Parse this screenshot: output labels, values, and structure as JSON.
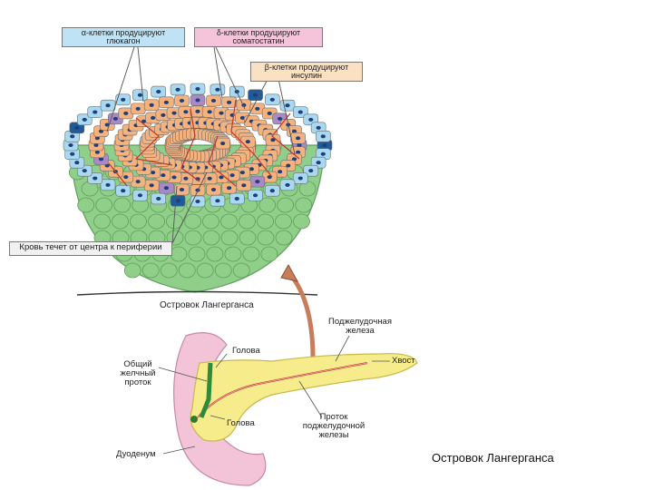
{
  "diagram": {
    "labels": {
      "alpha_cells": "α-клетки продуцируют глюкагон",
      "delta_cells": "δ-клетки продуцируют соматостатин",
      "beta_cells": "β-клетки продуцируют инсулин",
      "blood_flow": "Кровь течет от центра к периферии",
      "islet_title": "Островок Лангерганса",
      "pancreas": "Поджелудочная железа",
      "head": "Голова",
      "tail": "Хвост",
      "bile_duct": "Общий желчный проток",
      "pancreatic_duct": "Проток поджелудочной железы",
      "duodenum": "Дуоденум",
      "caption": "Островок Лангерганса"
    },
    "colors": {
      "alpha": "#a9d9f0",
      "delta": "#a98ac7",
      "beta": "#f4b27e",
      "exocrine": "#8fcf8a",
      "pancreas_tissue": "#f6ec8c",
      "duodenum": "#f3c3d8",
      "blood": "#c0392b",
      "dark_cell": "#1e5b9a",
      "alpha_box": "#bfe3f5",
      "delta_box": "#f6c4da",
      "beta_box": "#fbe0c2"
    }
  }
}
